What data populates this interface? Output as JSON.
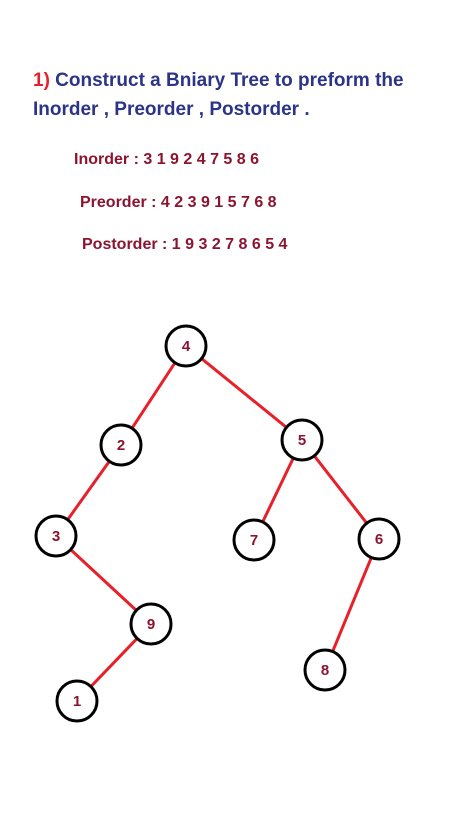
{
  "question": {
    "number": "1)",
    "line1": " Construct a Bniary Tree to preform the",
    "line2": "Inorder , Preorder , Postorder ."
  },
  "traversals": {
    "inorder": {
      "label": "Inorder : ",
      "sequence": "3 1 9 2 4 7 5 8 6"
    },
    "preorder": {
      "label": "Preorder : ",
      "sequence": "4 2 3 9 1 5 7 6 8"
    },
    "postorder": {
      "label": "Postorder : ",
      "sequence": "1 9 3 2 7 8 6 5 4"
    }
  },
  "tree": {
    "nodes": [
      {
        "id": "4",
        "label": "4"
      },
      {
        "id": "2",
        "label": "2"
      },
      {
        "id": "5",
        "label": "5"
      },
      {
        "id": "3",
        "label": "3"
      },
      {
        "id": "7",
        "label": "7"
      },
      {
        "id": "6",
        "label": "6"
      },
      {
        "id": "9",
        "label": "9"
      },
      {
        "id": "8",
        "label": "8"
      },
      {
        "id": "1",
        "label": "1"
      }
    ],
    "edges": [
      {
        "from": "4",
        "to": "2"
      },
      {
        "from": "4",
        "to": "5"
      },
      {
        "from": "2",
        "to": "3"
      },
      {
        "from": "5",
        "to": "7"
      },
      {
        "from": "5",
        "to": "6"
      },
      {
        "from": "3",
        "to": "9"
      },
      {
        "from": "6",
        "to": "8"
      },
      {
        "from": "9",
        "to": "1"
      }
    ],
    "colors": {
      "edge": "#e8202a",
      "node_stroke": "#000000",
      "node_fill": "#ffffff",
      "node_text": "#8b1430"
    }
  }
}
